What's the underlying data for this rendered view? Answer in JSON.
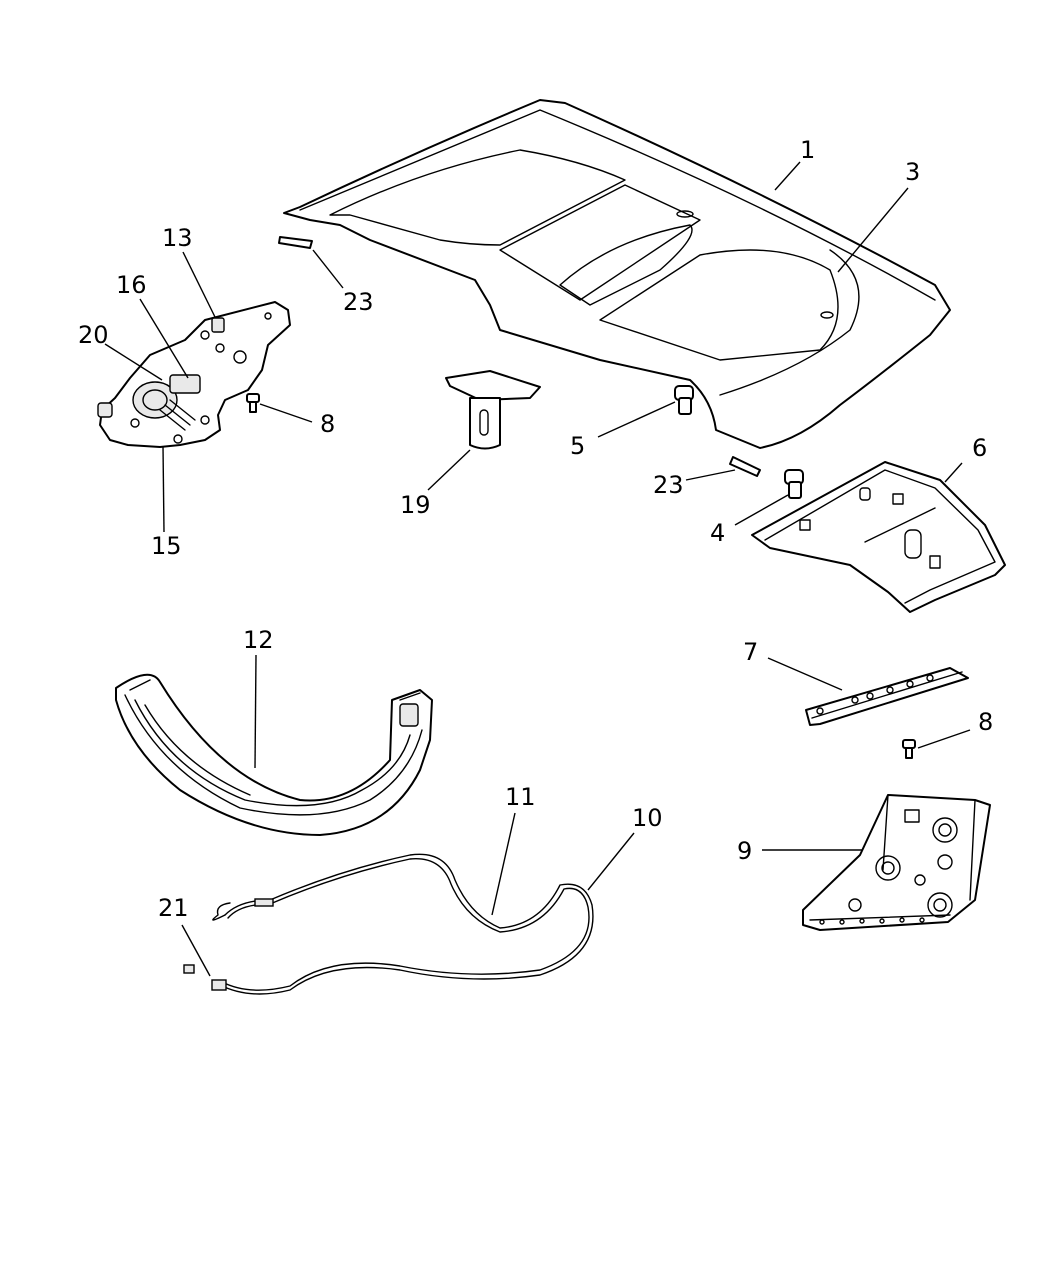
{
  "callouts": [
    {
      "id": "c1",
      "label": "1"
    },
    {
      "id": "c3",
      "label": "3"
    },
    {
      "id": "c23a",
      "label": "23"
    },
    {
      "id": "c13",
      "label": "13"
    },
    {
      "id": "c16",
      "label": "16"
    },
    {
      "id": "c20",
      "label": "20"
    },
    {
      "id": "c8a",
      "label": "8"
    },
    {
      "id": "c15",
      "label": "15"
    },
    {
      "id": "c19",
      "label": "19"
    },
    {
      "id": "c5",
      "label": "5"
    },
    {
      "id": "c23b",
      "label": "23"
    },
    {
      "id": "c4",
      "label": "4"
    },
    {
      "id": "c6",
      "label": "6"
    },
    {
      "id": "c12",
      "label": "12"
    },
    {
      "id": "c7",
      "label": "7"
    },
    {
      "id": "c8b",
      "label": "8"
    },
    {
      "id": "c11",
      "label": "11"
    },
    {
      "id": "c10",
      "label": "10"
    },
    {
      "id": "c9",
      "label": "9"
    },
    {
      "id": "c21",
      "label": "21"
    }
  ]
}
